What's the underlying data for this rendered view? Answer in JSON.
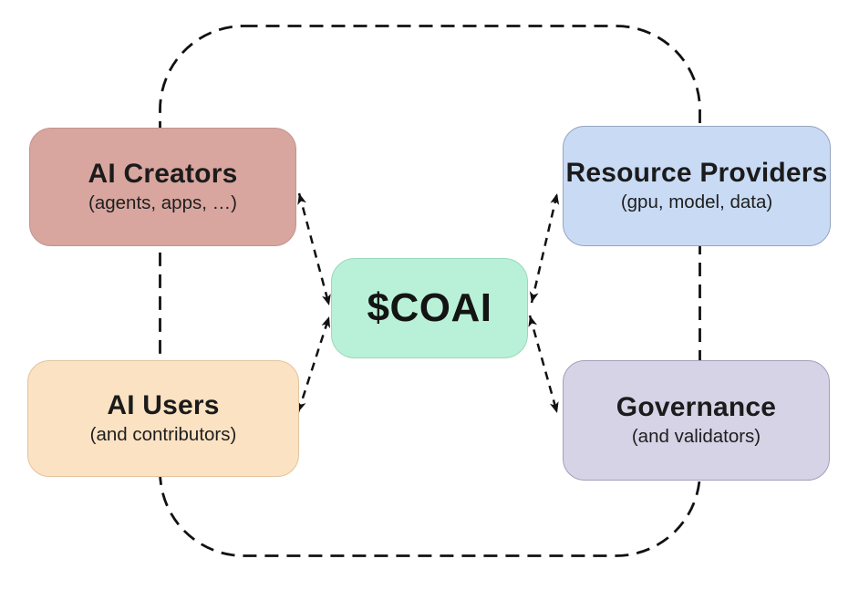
{
  "diagram": {
    "background_color": "#ffffff",
    "line_color": "#111111",
    "center": {
      "id": "coai",
      "title": "$COAI",
      "color": "#b9f1d8"
    },
    "nodes": [
      {
        "id": "ai-creators",
        "title": "AI Creators",
        "subtitle": "(agents, apps, …)",
        "color": "#d8a69f",
        "position": "top-left"
      },
      {
        "id": "resource-providers",
        "title": "Resource Providers",
        "subtitle": "(gpu, model, data)",
        "color": "#c9dbf4",
        "position": "top-right"
      },
      {
        "id": "ai-users",
        "title": "AI Users",
        "subtitle": "(and contributors)",
        "color": "#fbe2c3",
        "position": "bottom-left"
      },
      {
        "id": "governance",
        "title": "Governance",
        "subtitle": "(and validators)",
        "color": "#d6d3e6",
        "position": "bottom-right"
      }
    ],
    "edges": [
      {
        "from": "ai-creators",
        "to": "coai",
        "bidirectional": true,
        "style": "dashed"
      },
      {
        "from": "ai-users",
        "to": "coai",
        "bidirectional": true,
        "style": "dashed"
      },
      {
        "from": "resource-providers",
        "to": "coai",
        "bidirectional": true,
        "style": "dashed"
      },
      {
        "from": "governance",
        "to": "coai",
        "bidirectional": true,
        "style": "dashed"
      }
    ],
    "boundary": {
      "shape": "dashed-rounded-rectangle",
      "stroke_color": "#111111"
    }
  }
}
